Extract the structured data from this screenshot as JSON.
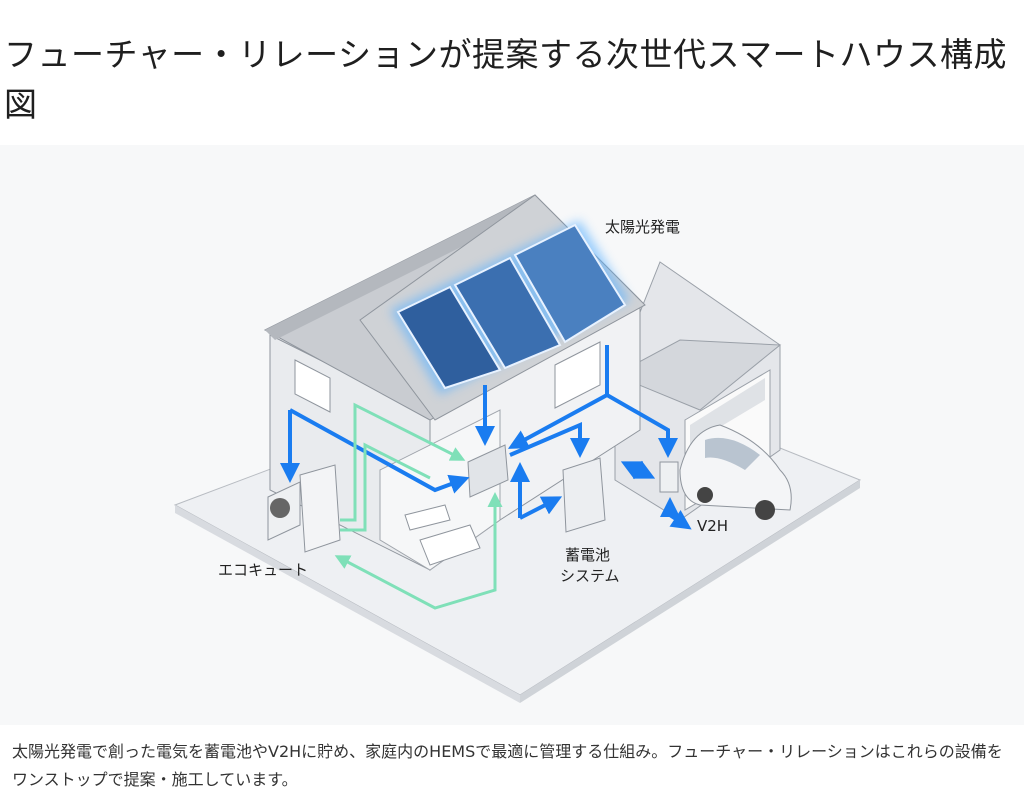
{
  "page": {
    "title": "フューチャー・リレーションが提案する次世代スマートハウス構成図",
    "caption": "太陽光発電で創った電気を蓄電池やV2Hに貯め、家庭内のHEMSで最適に管理する仕組み。フューチャー・リレーションはこれらの設備をワンストップで提案・施工しています。"
  },
  "diagram": {
    "labels": {
      "solar": "太陽光発電",
      "ecocute": "エコキュート",
      "battery_line1": "蓄電池",
      "battery_line2": "システム",
      "v2h": "V2H"
    },
    "colors": {
      "power_flow": "#1a7cf0",
      "heat_flow": "#7fe0b8",
      "panel": "#2f5f9e"
    }
  }
}
